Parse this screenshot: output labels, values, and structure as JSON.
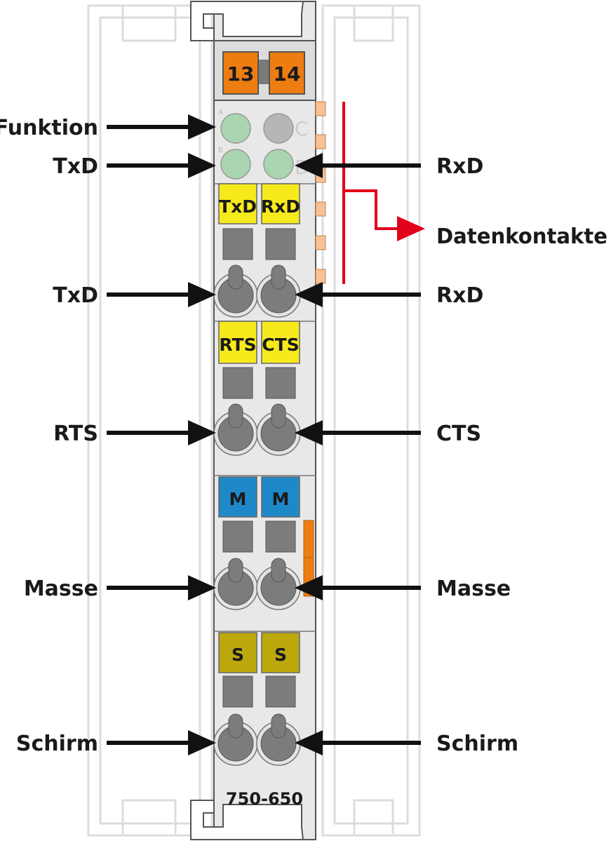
{
  "module": {
    "model": "750-650",
    "top_terminals": [
      "13",
      "14"
    ],
    "led_letters": [
      "A",
      "B",
      "C",
      "D"
    ],
    "colors": {
      "housing": "#e8e8e8",
      "orange": "#ee7d11",
      "yellow": "#f7ea1c",
      "blue": "#1f88c9",
      "olive": "#bca80d",
      "led_green": "#a9d5b0",
      "led_gray": "#b5b6b8",
      "data_contact": "#f6c196",
      "red": "#e2001a"
    }
  },
  "tags": [
    {
      "left": "TxD",
      "right": "RxD",
      "color": "yellow"
    },
    {
      "left": "RTS",
      "right": "CTS",
      "color": "yellow"
    },
    {
      "left": "M",
      "right": "M",
      "color": "blue"
    },
    {
      "left": "S",
      "right": "S",
      "color": "olive"
    }
  ],
  "labels": {
    "funktion": "Funktion",
    "led_txd": "TxD",
    "led_rxd": "RxD",
    "datenkontakte": "Datenkontakte",
    "t1_left": "TxD",
    "t1_right": "RxD",
    "t2_left": "RTS",
    "t2_right": "CTS",
    "t3_left": "Masse",
    "t3_right": "Masse",
    "t4_left": "Schirm",
    "t4_right": "Schirm"
  }
}
